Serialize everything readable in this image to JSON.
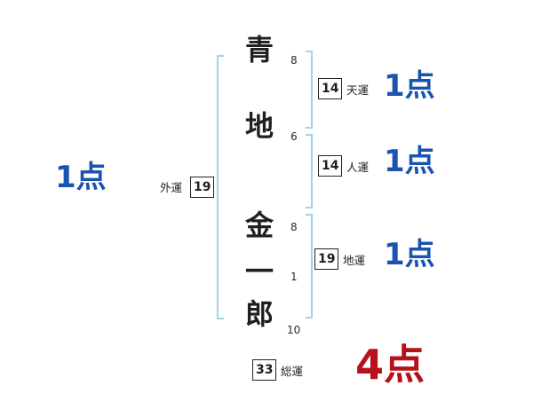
{
  "name": {
    "characters": [
      {
        "char": "青",
        "strokes": "8"
      },
      {
        "char": "地",
        "strokes": "6"
      },
      {
        "char": "金",
        "strokes": "8"
      },
      {
        "char": "一",
        "strokes": "1"
      },
      {
        "char": "郎",
        "strokes": "10"
      }
    ]
  },
  "fortunes": {
    "ten": {
      "label": "天運",
      "value": "14",
      "score": "1点"
    },
    "jin": {
      "label": "人運",
      "value": "14",
      "score": "1点"
    },
    "chi": {
      "label": "地運",
      "value": "19",
      "score": "1点"
    },
    "gai": {
      "label": "外運",
      "value": "19",
      "score": "1点"
    },
    "sou": {
      "label": "総運",
      "value": "33",
      "score": "4点"
    }
  },
  "colors": {
    "score_blue": "#1a53b0",
    "score_red": "#b5121b",
    "bracket": "#9fd4ec",
    "ink": "#1f1f1f"
  }
}
